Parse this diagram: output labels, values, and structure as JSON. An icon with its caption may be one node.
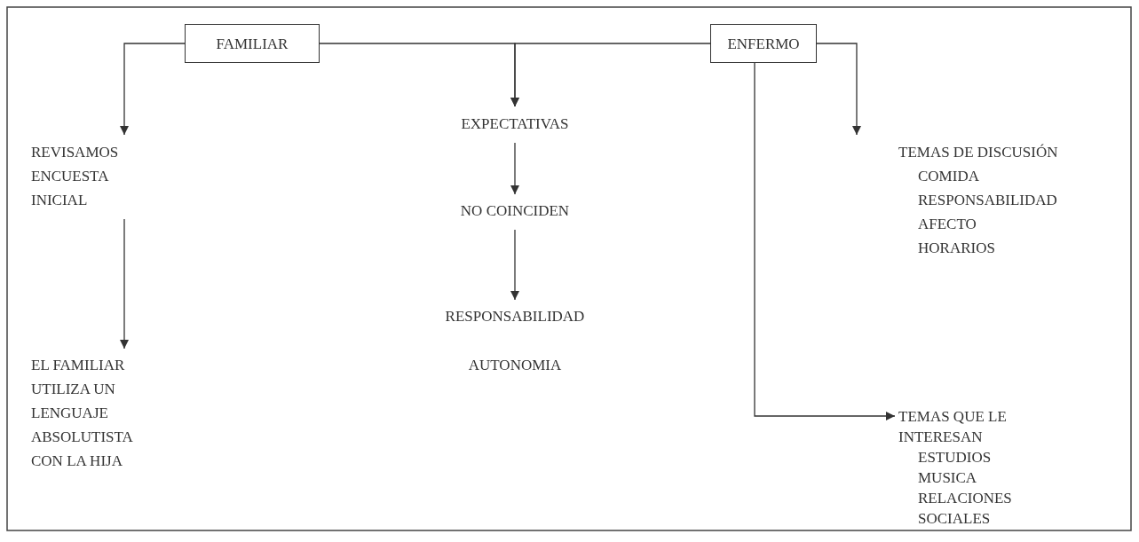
{
  "diagram": {
    "nodes": [
      {
        "text": [
          "FAMILIAR"
        ]
      },
      {
        "text": [
          "ENFERMO"
        ]
      },
      {
        "text": [
          "EXPECTATIVAS"
        ]
      },
      {
        "text": [
          "REVISAMOS ENCUESTA INICIAL"
        ]
      },
      {
        "text": [
          "TEMAS DE DISCUSIÓN",
          "COMIDA",
          "RESPONSABILIDAD",
          "AFECTO",
          "HORARIOS"
        ]
      },
      {
        "text": [
          "NO COINCIDEN"
        ]
      },
      {
        "text": [
          "RESPONSABILIDAD"
        ]
      },
      {
        "text": [
          "EL FAMILIAR UTILIZA UN LENGUAJE ABSOLUTISTA CON LA HIJA"
        ]
      },
      {
        "text": [
          "TEMAS QUE LE INTERESAN",
          "ESTUDIOS",
          "MUSICA",
          "RELACIONES SOCIALES"
        ]
      }
    ],
    "edges": [
      {
        "from": 0,
        "to": 3,
        "arrow": "to"
      },
      {
        "from": 0,
        "to": 2,
        "arrow": "to"
      },
      {
        "from": 1,
        "to": 2,
        "arrow": "to"
      },
      {
        "from": 1,
        "to": 4,
        "arrow": "to"
      },
      {
        "from": 1,
        "to": 8,
        "arrow": "to"
      },
      {
        "from": 3,
        "to": 7,
        "arrow": "to"
      },
      {
        "from": 2,
        "to": 5,
        "arrow": "to"
      },
      {
        "from": 5,
        "to": 6,
        "arrow": "to"
      }
    ],
    "labels": [
      "AUTONOMIA"
    ]
  }
}
